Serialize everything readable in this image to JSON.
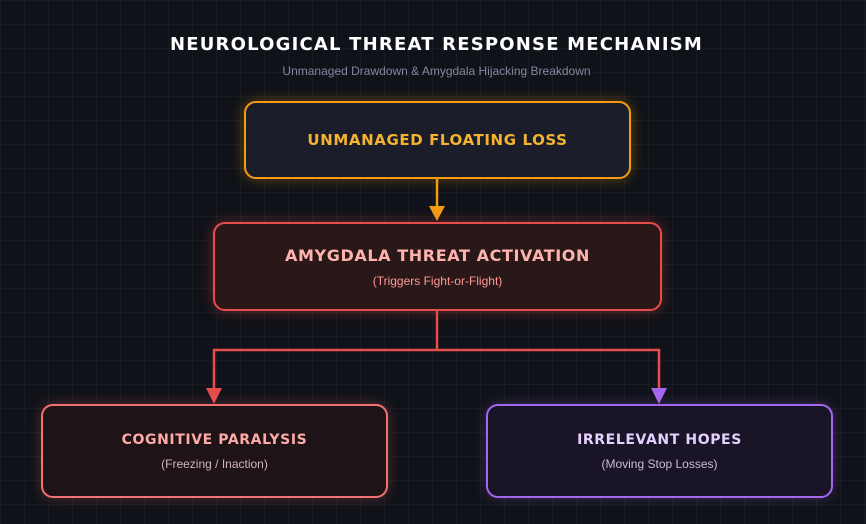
{
  "title": "NEUROLOGICAL THREAT RESPONSE MECHANISM",
  "subtitle": "Unmanaged Drawdown & Amygdala Hijacking Breakdown",
  "nodes": {
    "floating_loss": {
      "title": "UNMANAGED FLOATING LOSS"
    },
    "amygdala": {
      "title": "AMYGDALA THREAT ACTIVATION",
      "subtitle": "(Triggers Fight-or-Flight)"
    },
    "paralysis": {
      "title": "COGNITIVE PARALYSIS",
      "subtitle": "(Freezing / Inaction)"
    },
    "hopes": {
      "title": "IRRELEVANT HOPES",
      "subtitle": "(Moving Stop Losses)"
    }
  },
  "colors": {
    "background": "#0f1218",
    "orange": "#f39c12",
    "red": "#e74c4c",
    "coral": "#f07272",
    "purple": "#a566f0"
  }
}
